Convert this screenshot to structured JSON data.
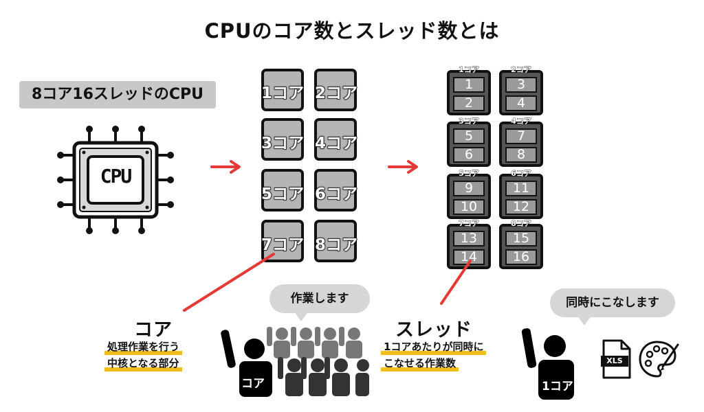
{
  "title": "CPUのコア数とスレッド数とは",
  "cpu_pill": "8コア16スレッドのCPU",
  "cpu_chip_label": "CPU",
  "cores": [
    {
      "label": "1コア"
    },
    {
      "label": "2コア"
    },
    {
      "label": "3コア"
    },
    {
      "label": "4コア"
    },
    {
      "label": "5コア"
    },
    {
      "label": "6コア"
    },
    {
      "label": "7コア"
    },
    {
      "label": "8コア"
    }
  ],
  "thread_cores": [
    {
      "label": "1コア",
      "threads": [
        "1",
        "2"
      ]
    },
    {
      "label": "2コア",
      "threads": [
        "3",
        "4"
      ]
    },
    {
      "label": "3コア",
      "threads": [
        "5",
        "6"
      ]
    },
    {
      "label": "4コア",
      "threads": [
        "7",
        "8"
      ]
    },
    {
      "label": "5コア",
      "threads": [
        "9",
        "10"
      ]
    },
    {
      "label": "6コア",
      "threads": [
        "11",
        "12"
      ]
    },
    {
      "label": "7コア",
      "threads": [
        "13",
        "14"
      ]
    },
    {
      "label": "8コア",
      "threads": [
        "15",
        "16"
      ]
    }
  ],
  "core_section": {
    "heading": "コア",
    "desc_line1": "処理作業を行う",
    "desc_line2": "中核となる部分",
    "bubble": "作業します",
    "person_label": "コア"
  },
  "thread_section": {
    "heading": "スレッド",
    "desc_line1": "1コアあたりが同時に",
    "desc_line2": "こなせる作業数",
    "bubble": "同時にこなします",
    "person_label": "1コア",
    "file_label": "XLS"
  },
  "colors": {
    "arrow": "#e53935",
    "highlight": "#f2be1a",
    "bubble": "#d6d6d6",
    "core_fill": "#b5b5b5"
  }
}
